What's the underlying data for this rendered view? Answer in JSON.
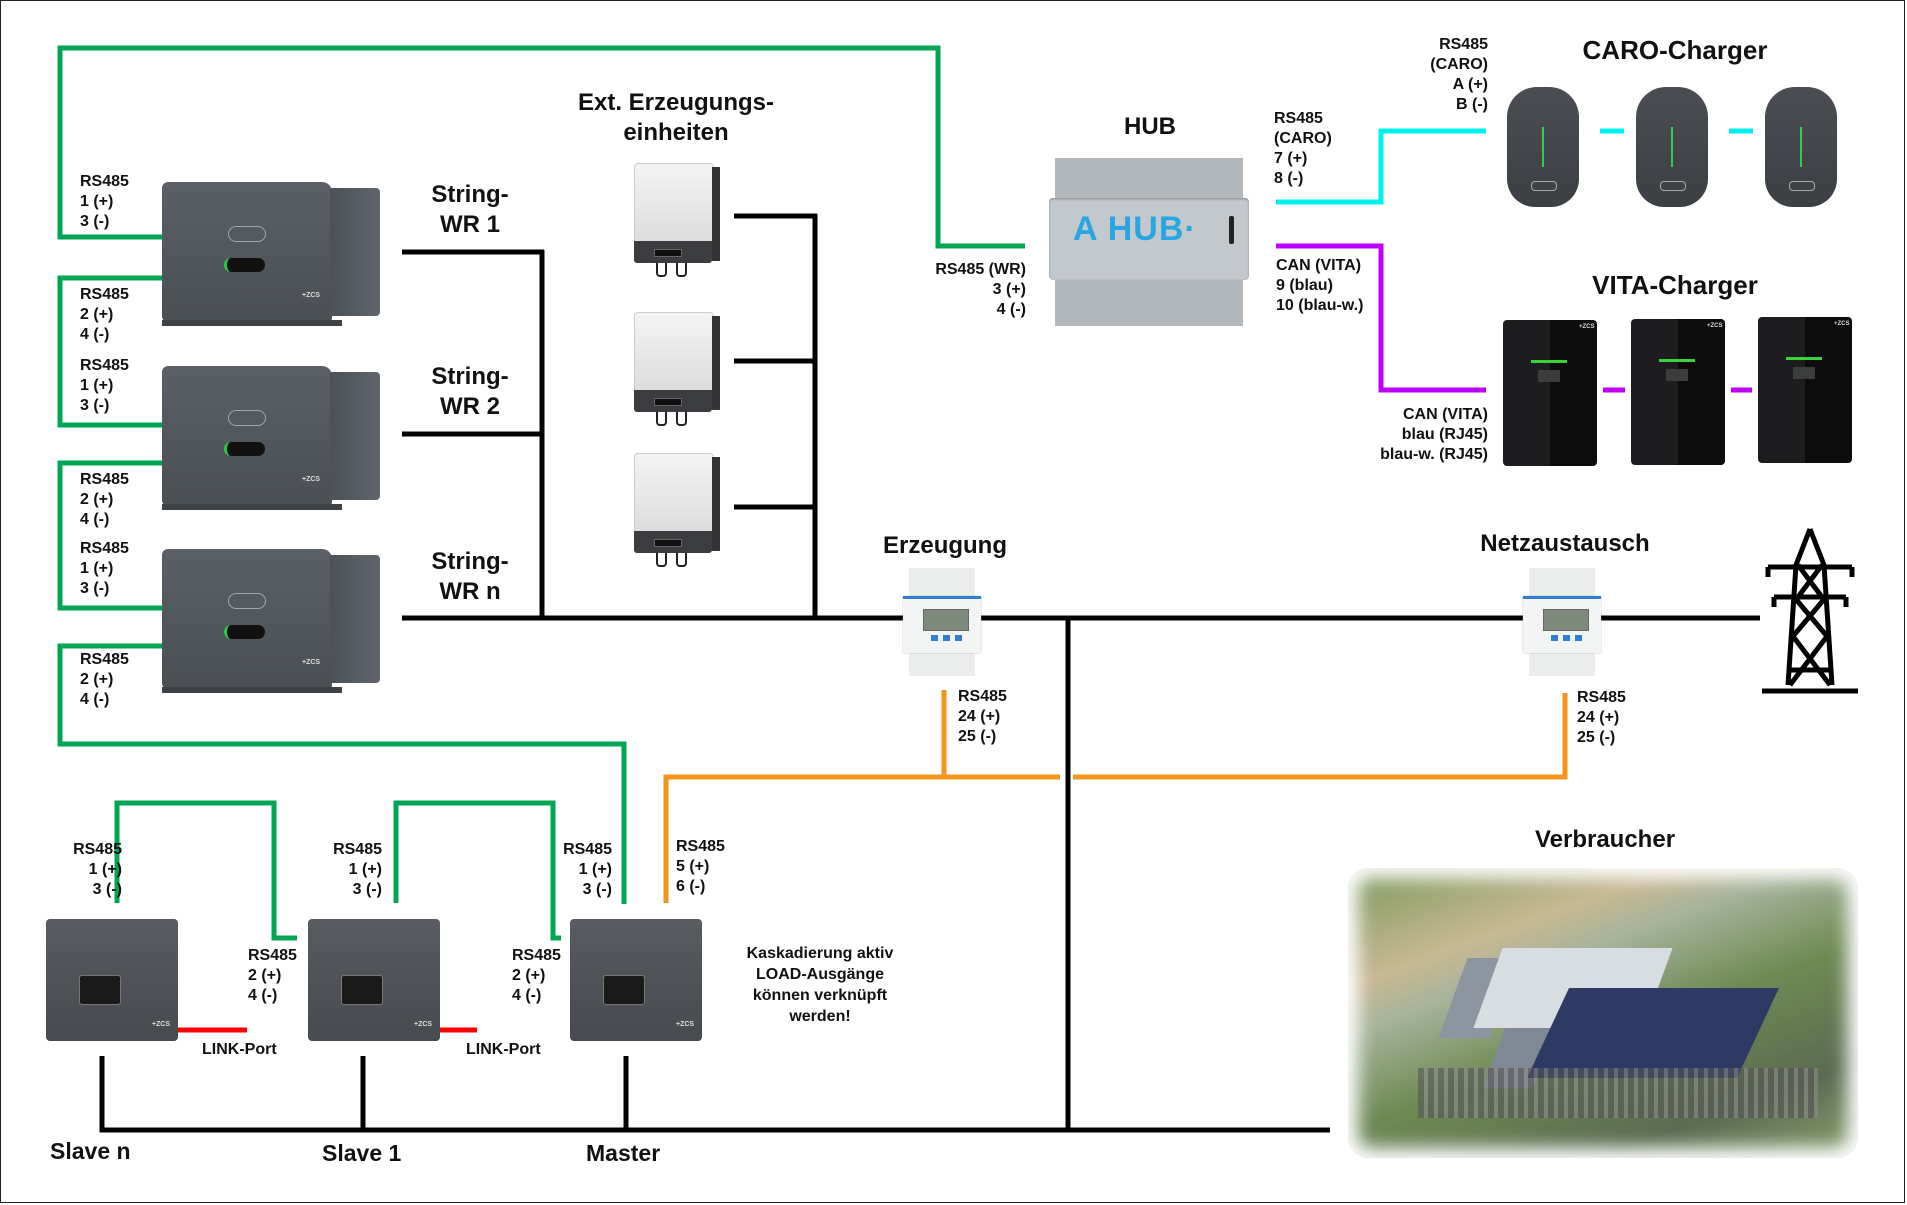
{
  "colors": {
    "rs485_inverter": "#00a651",
    "rs485_caro": "#00f0f0",
    "can_vita": "#c000ff",
    "rs485_meter": "#f7941d",
    "link_port": "#ff0000",
    "power": "#000000"
  },
  "string_inverters": {
    "labels": [
      {
        "line1": "String-",
        "line2": "WR 1"
      },
      {
        "line1": "String-",
        "line2": "WR 2"
      },
      {
        "line1": "String-",
        "line2": "WR n"
      }
    ],
    "connections": [
      {
        "title": "RS485",
        "plus": "1 (+)",
        "minus": "3 (-)"
      },
      {
        "title": "RS485",
        "plus": "2 (+)",
        "minus": "4 (-)"
      },
      {
        "title": "RS485",
        "plus": "1 (+)",
        "minus": "3 (-)"
      },
      {
        "title": "RS485",
        "plus": "2 (+)",
        "minus": "4 (-)"
      },
      {
        "title": "RS485",
        "plus": "1 (+)",
        "minus": "3 (-)"
      },
      {
        "title": "RS485",
        "plus": "2 (+)",
        "minus": "4 (-)"
      }
    ]
  },
  "ext_generation": {
    "title_line1": "Ext. Erzeugungs-",
    "title_line2": "einheiten",
    "count": 3
  },
  "hub": {
    "title": "HUB",
    "device_text": "A HUB·",
    "inverter_port": {
      "title": "RS485 (WR)",
      "plus": "3 (+)",
      "minus": "4 (-)"
    },
    "caro_port": {
      "title": "RS485",
      "subtitle": "(CARO)",
      "plus": "7 (+)",
      "minus": "8 (-)"
    },
    "vita_port": {
      "title": "CAN (VITA)",
      "plus": "9 (blau)",
      "minus": "10 (blau-w.)"
    }
  },
  "caro_charger": {
    "title": "CARO-Charger",
    "port": {
      "title": "RS485",
      "subtitle": "(CARO)",
      "plus": "A (+)",
      "minus": "B (-)"
    },
    "count": 3
  },
  "vita_charger": {
    "title": "VITA-Charger",
    "port": {
      "title": "CAN (VITA)",
      "plus": "blau (RJ45)",
      "minus": "blau-w. (RJ45)"
    },
    "count": 3
  },
  "meters": {
    "generation": {
      "title": "Erzeugung",
      "port": {
        "title": "RS485",
        "plus": "24 (+)",
        "minus": "25 (-)"
      }
    },
    "grid": {
      "title": "Netzaustausch",
      "port": {
        "title": "RS485",
        "plus": "24 (+)",
        "minus": "25 (-)"
      }
    }
  },
  "grid_icon": "power-pylon-icon",
  "consumers": {
    "title": "Verbraucher"
  },
  "hybrid_inverters": {
    "units": [
      {
        "name": "Slave n",
        "rs485_in": {
          "title": "RS485",
          "plus": "1 (+)",
          "minus": "3 (-)"
        }
      },
      {
        "name": "Slave 1",
        "rs485_in": {
          "title": "RS485",
          "plus": "1 (+)",
          "minus": "3 (-)"
        },
        "rs485_out": {
          "title": "RS485",
          "plus": "2 (+)",
          "minus": "4 (-)"
        }
      },
      {
        "name": "Master",
        "rs485_in": {
          "title": "RS485",
          "plus": "1 (+)",
          "minus": "3 (-)"
        },
        "rs485_out": {
          "title": "RS485",
          "plus": "2 (+)",
          "minus": "4 (-)"
        },
        "meter_port": {
          "title": "RS485",
          "plus": "5 (+)",
          "minus": "6 (-)"
        }
      }
    ],
    "link_port_label": "LINK-Port",
    "note_line1": "Kaskadierung aktiv",
    "note_line2": "LOAD-Ausgänge",
    "note_line3": "können verknüpft",
    "note_line4": "werden!"
  }
}
